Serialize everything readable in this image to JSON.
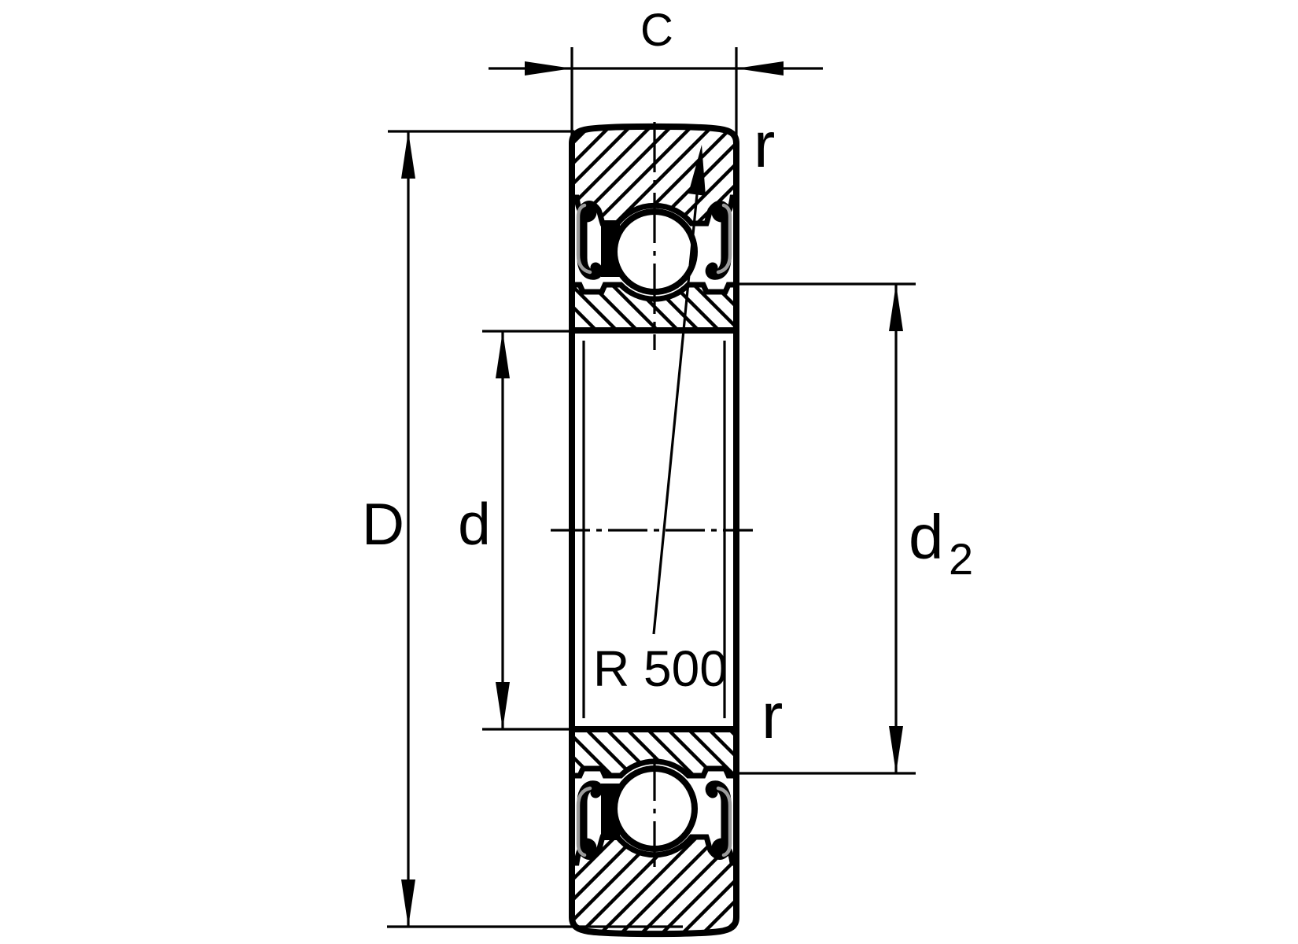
{
  "drawing": {
    "description": "bearing-cross-section",
    "labels": {
      "width_c": "C",
      "outer_diameter_d": "D",
      "bore_diameter_d": "d",
      "shoulder_diameter_base": "d",
      "shoulder_diameter_sub": "2",
      "corner_radius_top": "r",
      "corner_radius_bottom": "r",
      "crown_radius": "R 500"
    },
    "colors": {
      "line": "#000000",
      "background": "#ffffff",
      "seal_highlight": "#9b9b9b"
    }
  }
}
